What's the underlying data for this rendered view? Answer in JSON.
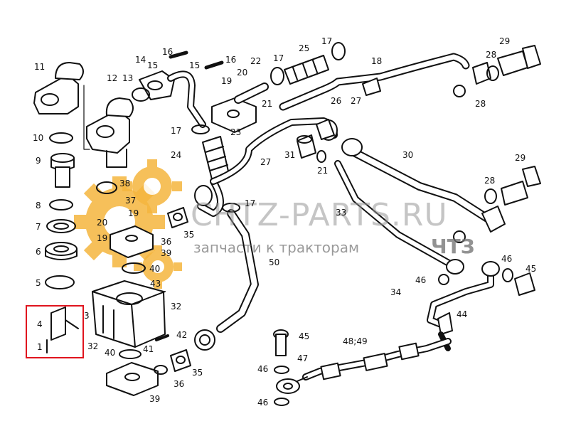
{
  "watermark": {
    "site": "CHTZ-PARTS.RU",
    "tagline": "запчасти к тракторам",
    "brand": "ЧТЗ"
  },
  "colors": {
    "line": "#111111",
    "gear": "#f5b63e",
    "highlight": "#e0141e"
  },
  "callouts": [
    {
      "id": "c11",
      "text": "11"
    },
    {
      "id": "c12",
      "text": "12"
    },
    {
      "id": "c10",
      "text": "10"
    },
    {
      "id": "c9",
      "text": "9"
    },
    {
      "id": "c8",
      "text": "8"
    },
    {
      "id": "c7",
      "text": "7"
    },
    {
      "id": "c6",
      "text": "6"
    },
    {
      "id": "c5",
      "text": "5"
    },
    {
      "id": "c4",
      "text": "4"
    },
    {
      "id": "c1",
      "text": "1"
    },
    {
      "id": "c3",
      "text": "3"
    },
    {
      "id": "c14",
      "text": "14"
    },
    {
      "id": "c13",
      "text": "13"
    },
    {
      "id": "c16a",
      "text": "16"
    },
    {
      "id": "c15a",
      "text": "15"
    },
    {
      "id": "c16b",
      "text": "16"
    },
    {
      "id": "c15b",
      "text": "15"
    },
    {
      "id": "c22",
      "text": "22"
    },
    {
      "id": "c17a",
      "text": "17"
    },
    {
      "id": "c25",
      "text": "25"
    },
    {
      "id": "c17b",
      "text": "17"
    },
    {
      "id": "c18",
      "text": "18"
    },
    {
      "id": "c29a",
      "text": "29"
    },
    {
      "id": "c28a",
      "text": "28"
    },
    {
      "id": "c19a",
      "text": "19"
    },
    {
      "id": "c20a",
      "text": "20"
    },
    {
      "id": "c27a",
      "text": "27"
    },
    {
      "id": "c28b",
      "text": "28"
    },
    {
      "id": "c21a",
      "text": "21"
    },
    {
      "id": "c26",
      "text": "26"
    },
    {
      "id": "c17c",
      "text": "17"
    },
    {
      "id": "c23",
      "text": "23"
    },
    {
      "id": "c24",
      "text": "24"
    },
    {
      "id": "c27b",
      "text": "27"
    },
    {
      "id": "c31",
      "text": "31"
    },
    {
      "id": "c21b",
      "text": "21"
    },
    {
      "id": "c30",
      "text": "30"
    },
    {
      "id": "c29b",
      "text": "29"
    },
    {
      "id": "c28c",
      "text": "28"
    },
    {
      "id": "c38",
      "text": "38"
    },
    {
      "id": "c37",
      "text": "37"
    },
    {
      "id": "c19b",
      "text": "19"
    },
    {
      "id": "c20b",
      "text": "20"
    },
    {
      "id": "c19c",
      "text": "19"
    },
    {
      "id": "c36a",
      "text": "36"
    },
    {
      "id": "c39a",
      "text": "39"
    },
    {
      "id": "c40a",
      "text": "40"
    },
    {
      "id": "c17d",
      "text": "17"
    },
    {
      "id": "c35a",
      "text": "35"
    },
    {
      "id": "c33",
      "text": "33"
    },
    {
      "id": "c50",
      "text": "50"
    },
    {
      "id": "c46a",
      "text": "46"
    },
    {
      "id": "c45a",
      "text": "45"
    },
    {
      "id": "c46b",
      "text": "46"
    },
    {
      "id": "c34",
      "text": "34"
    },
    {
      "id": "c44",
      "text": "44"
    },
    {
      "id": "c43",
      "text": "43"
    },
    {
      "id": "c32a",
      "text": "32"
    },
    {
      "id": "c42",
      "text": "42"
    },
    {
      "id": "c32b",
      "text": "32"
    },
    {
      "id": "c40b",
      "text": "40"
    },
    {
      "id": "c41",
      "text": "41"
    },
    {
      "id": "c35b",
      "text": "35"
    },
    {
      "id": "c36b",
      "text": "36"
    },
    {
      "id": "c39b",
      "text": "39"
    },
    {
      "id": "c45b",
      "text": "45"
    },
    {
      "id": "c47",
      "text": "47"
    },
    {
      "id": "c4849",
      "text": "48;49"
    },
    {
      "id": "c46c",
      "text": "46"
    },
    {
      "id": "c46d",
      "text": "46"
    }
  ]
}
